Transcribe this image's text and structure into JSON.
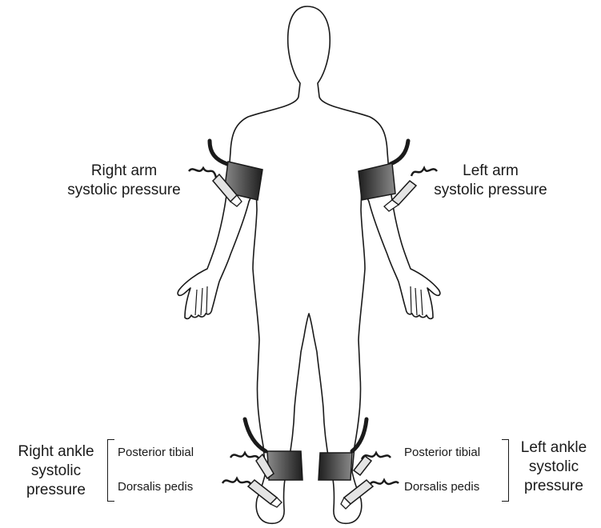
{
  "labels": {
    "right_arm": [
      "Right arm",
      "systolic pressure"
    ],
    "left_arm": [
      "Left arm",
      "systolic pressure"
    ],
    "right_ankle": [
      "Right ankle",
      "systolic",
      "pressure"
    ],
    "left_ankle": [
      "Left ankle",
      "systolic",
      "pressure"
    ],
    "posterior_tibial": "Posterior tibial",
    "dorsalis_pedis": "Dorsalis pedis"
  },
  "colors": {
    "outline": "#1a1a1a",
    "cuff_dark": "#1e1e1e",
    "cuff_light": "#8a8a8a",
    "probe": "#e4e4e4"
  }
}
